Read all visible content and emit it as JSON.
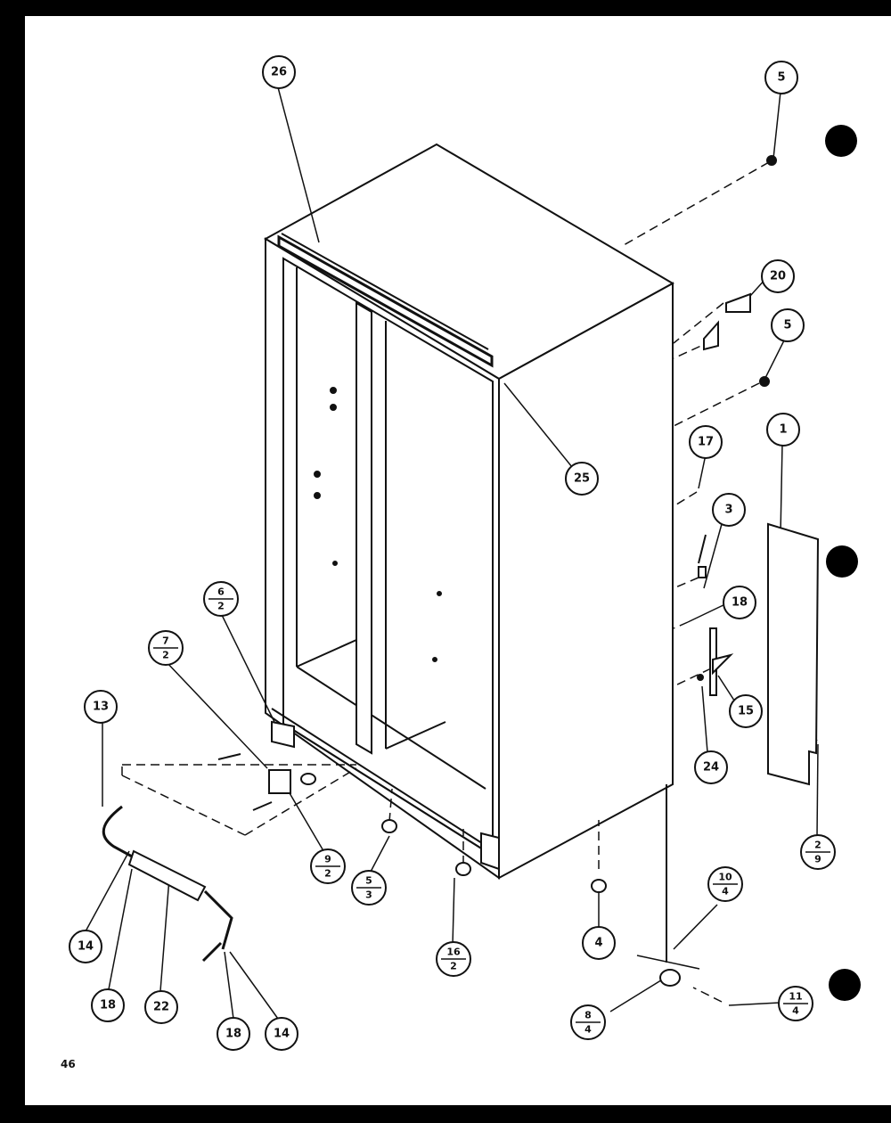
{
  "page_number": "46",
  "callouts": [
    {
      "id": "c26",
      "label": "26"
    },
    {
      "id": "c5a",
      "label": "5"
    },
    {
      "id": "c20",
      "label": "20"
    },
    {
      "id": "c5b",
      "label": "5"
    },
    {
      "id": "c25",
      "label": "25"
    },
    {
      "id": "c17",
      "label": "17"
    },
    {
      "id": "c1",
      "label": "1"
    },
    {
      "id": "c3",
      "label": "3"
    },
    {
      "id": "c18r",
      "label": "18"
    },
    {
      "id": "c15",
      "label": "15"
    },
    {
      "id": "c24",
      "label": "24"
    },
    {
      "id": "c13",
      "label": "13"
    },
    {
      "id": "c14a",
      "label": "14"
    },
    {
      "id": "c18a",
      "label": "18"
    },
    {
      "id": "c22",
      "label": "22"
    },
    {
      "id": "c18b",
      "label": "18"
    },
    {
      "id": "c14b",
      "label": "14"
    },
    {
      "id": "c4",
      "label": "4"
    }
  ],
  "fraction_callouts": [
    {
      "id": "f6_2",
      "top": "6",
      "bottom": "2"
    },
    {
      "id": "f7_2",
      "top": "7",
      "bottom": "2"
    },
    {
      "id": "f9_2",
      "top": "9",
      "bottom": "2"
    },
    {
      "id": "f5_3",
      "top": "5",
      "bottom": "3"
    },
    {
      "id": "f16_2",
      "top": "16",
      "bottom": "2"
    },
    {
      "id": "f2_9",
      "top": "2",
      "bottom": "9"
    },
    {
      "id": "f10_4",
      "top": "10",
      "bottom": "4"
    },
    {
      "id": "f11_4",
      "top": "11",
      "bottom": "4"
    },
    {
      "id": "f8_4",
      "top": "8",
      "bottom": "4"
    }
  ]
}
